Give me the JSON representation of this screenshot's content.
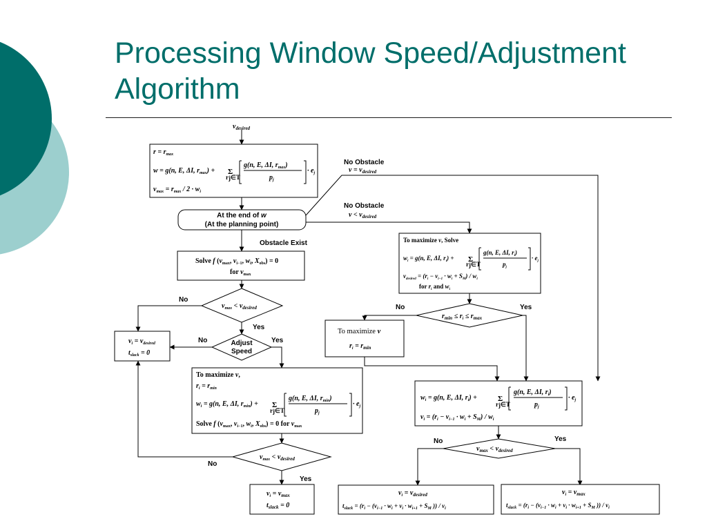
{
  "slide": {
    "title_line1": "Processing Window Speed/Adjustment",
    "title_line2": "Algorithm",
    "colors": {
      "title": "#006e6a",
      "dark_circle": "#006e6a",
      "light_circle": "#9ccfce"
    }
  },
  "diagram": {
    "input_label": "v_desired",
    "init_box": [
      "r = r_max",
      "w = g(n, E, ΔI, r_max) + Σ ⌈ g(n, E, ΔI, r_max) / p_j ⌉ · e_j",
      "v_max = r_max / 2 · w_i"
    ],
    "end_of_w_box": [
      "At the end of w",
      "(At the planning point)"
    ],
    "no_obstacle_1": [
      "No Obstacle",
      "v = v_desired"
    ],
    "no_obstacle_2": [
      "No Obstacle",
      "v < v_desired"
    ],
    "obstacle_exist": "Obstacle Exist",
    "solve_box": [
      "Solve f(v_max, v_i−1, w_i, X_obs) = 0",
      "for v_max"
    ],
    "decision_vmax": "v_max < v_desired",
    "adjust_speed": [
      "Adjust",
      "Speed"
    ],
    "set_box": [
      "v_i = v_desired",
      "t_slack = 0"
    ],
    "maximize_v_box": [
      "To maximize v,",
      "r_i = r_min",
      "w_i = g(n, E, ΔI, r_min) + Σ ⌈ g(n, E, ΔI, r_min) / p_j ⌉ · e_j",
      "Solve f(v_max, v_i−1, w_i, X_obs) = 0 for v_max"
    ],
    "decision_vmax_2": "v_max < v_desired",
    "final_left_box": [
      "v_i = v_max",
      "t_slack = 0"
    ],
    "right_top_box": [
      "To maximize v, Solve",
      "w_i = g(n, E, ΔI, r_i) + Σ ⌈ g(n, E, ΔI, r_i) / p_j ⌉ · e_j",
      "v_desired = (r_i − v_i−1 · w_i + S_M) / w_i",
      "for r_i and w_i"
    ],
    "decision_r": "r_min ≤ r_i ≤ r_max",
    "maximize_small_box": [
      "To maximize v",
      "r_i = r_min"
    ],
    "right_mid_box": [
      "w_i = g(n, E, ΔI, r_i) + Σ ⌈ g(n, E, ΔI, r_i) / p_j ⌉ · e_j",
      "v_i = (r_i − v_i−1 · w_i + S_M) / w_i"
    ],
    "decision_vmax_3": "v_max < v_desired",
    "final_mid_box": [
      "v_i = v_desired",
      "t_slack = (r_i − (v_i−1 · w_i + v_i · w_i+1 + S_M)) / v_i"
    ],
    "final_right_box": [
      "v_i = v_max",
      "t_slack = (r_i − (v_i−1 · w_i + v_i · w_i+1 + S_M)) / v_i"
    ],
    "labels": {
      "yes": "Yes",
      "no": "No"
    }
  }
}
